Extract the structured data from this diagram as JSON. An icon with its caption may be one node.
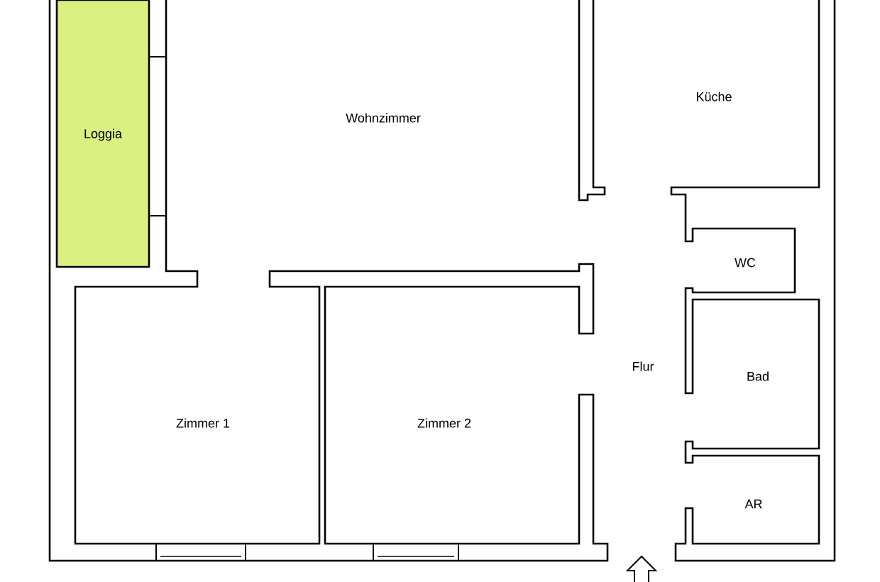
{
  "diagram": {
    "nodes": [
      {
        "text": [
          "Loggia"
        ]
      },
      {
        "text": [
          "Wohnzimmer"
        ]
      },
      {
        "text": [
          "Küche"
        ]
      },
      {
        "text": [
          "WC"
        ]
      },
      {
        "text": [
          "Flur"
        ]
      },
      {
        "text": [
          "Bad"
        ]
      },
      {
        "text": [
          "Zimmer 1"
        ]
      },
      {
        "text": [
          "Zimmer 2"
        ]
      },
      {
        "text": [
          "AR"
        ]
      }
    ]
  }
}
